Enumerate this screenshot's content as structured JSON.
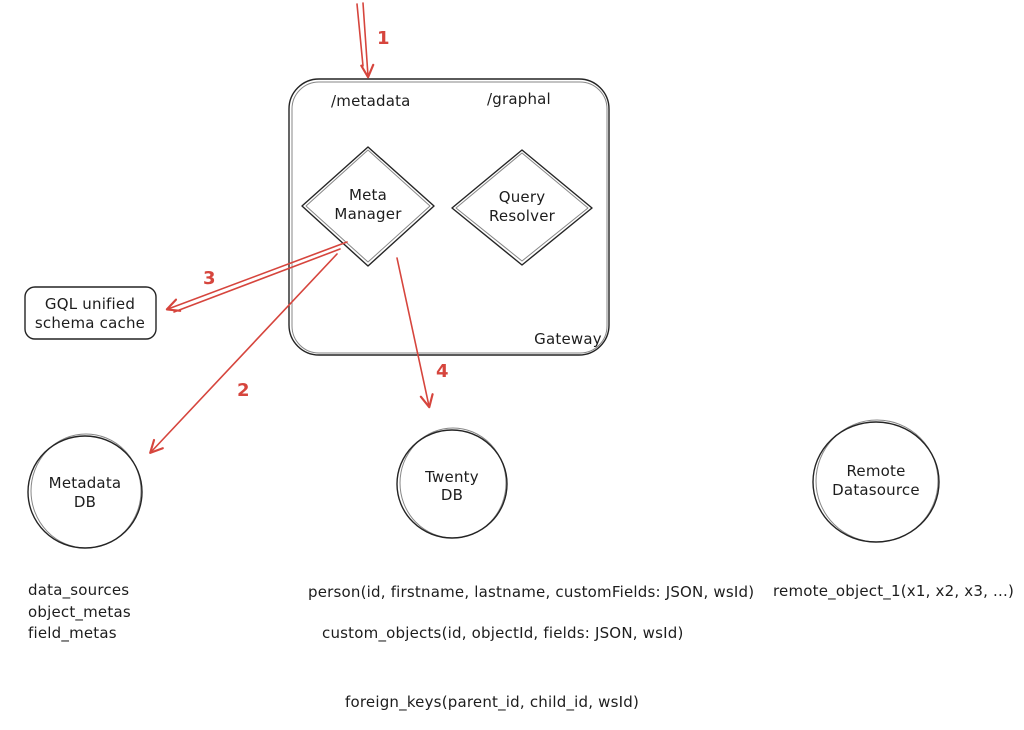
{
  "gateway": {
    "label": "Gateway",
    "endpoint_metadata": "/metadata",
    "endpoint_graphql": "/graphal"
  },
  "nodes": {
    "meta_manager": {
      "line1": "Meta",
      "line2": "Manager"
    },
    "query_resolver": {
      "line1": "Query",
      "line2": "Resolver"
    },
    "schema_cache": {
      "line1": "GQL unified",
      "line2": "schema cache"
    },
    "metadata_db": {
      "line1": "Metadata",
      "line2": "DB"
    },
    "twenty_db": {
      "line1": "Twenty",
      "line2": "DB"
    },
    "remote_datasource": {
      "line1": "Remote",
      "line2": "Datasource"
    }
  },
  "arrows": {
    "step1": "1",
    "step2": "2",
    "step3": "3",
    "step4": "4"
  },
  "tables": {
    "metadata_db": [
      "data_sources",
      "object_metas",
      "field_metas"
    ],
    "twenty_db_person": "person(id, firstname, lastname, customFields: JSON, wsId)",
    "twenty_db_custom_objects": "custom_objects(id, objectId, fields: JSON, wsId)",
    "remote_object": "remote_object_1(x1, x2, x3, ...)",
    "foreign_keys": "foreign_keys(parent_id, child_id, wsId)"
  },
  "colors": {
    "stroke": "#242424",
    "arrow": "#d6453d"
  }
}
